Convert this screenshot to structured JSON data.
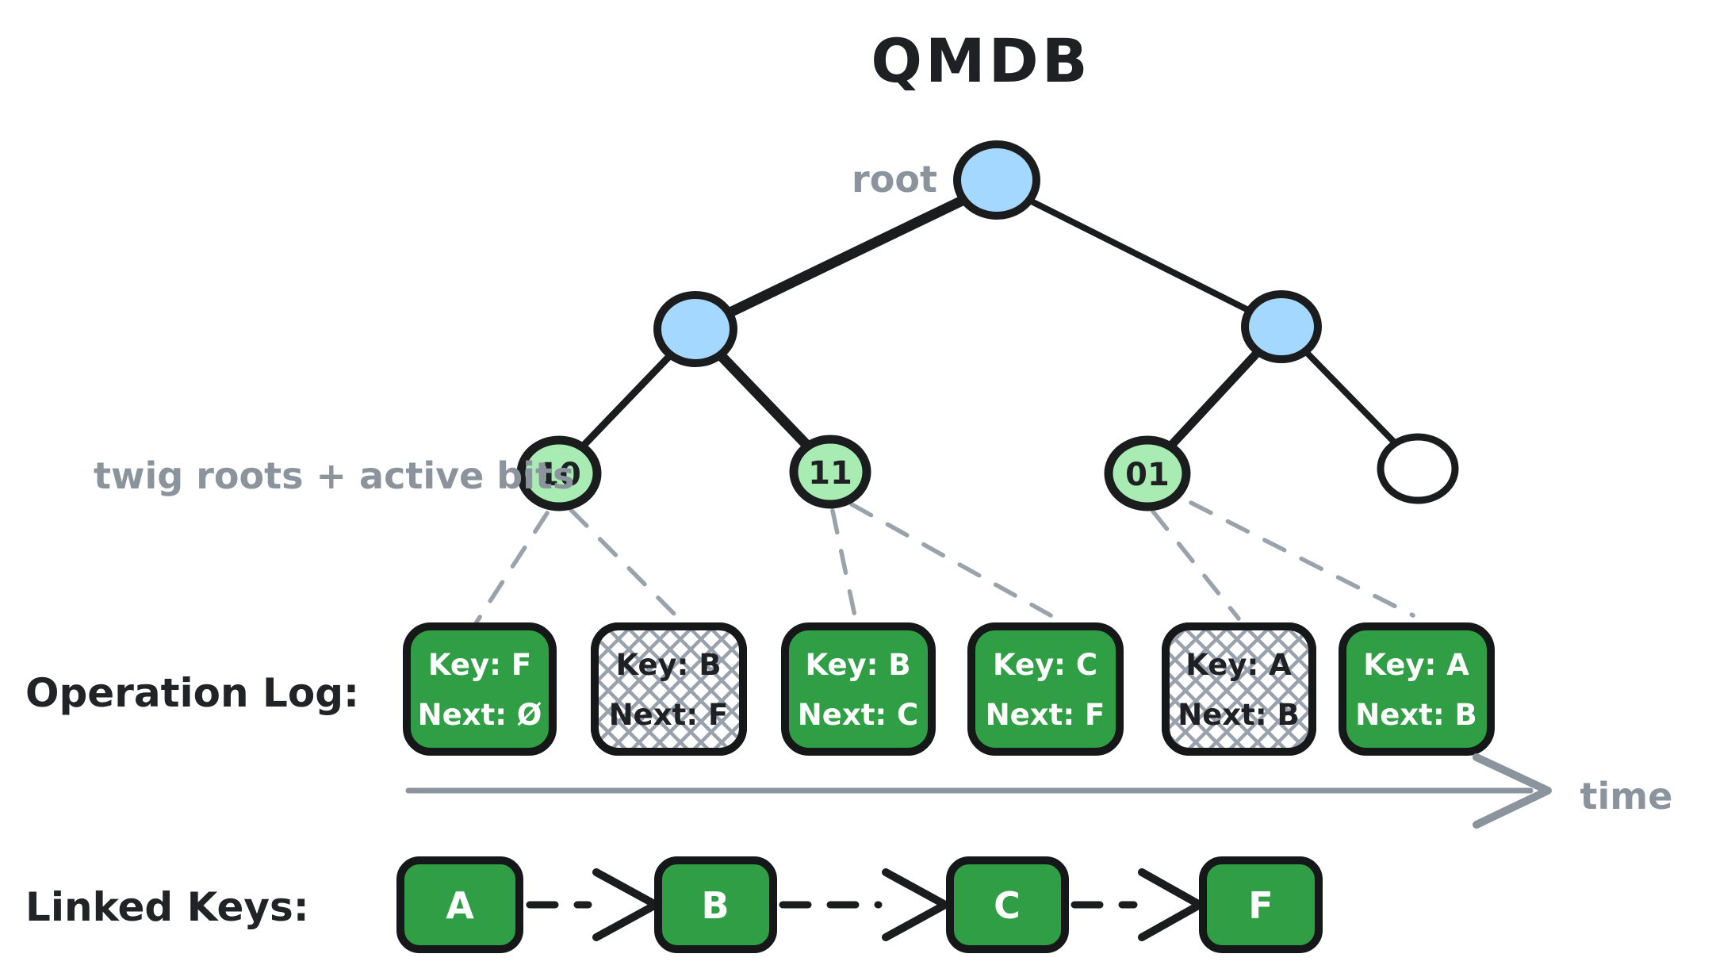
{
  "title": "QMDB",
  "colors": {
    "node_blue": "#a5d8ff",
    "node_green": "#a8ecb4",
    "box_green": "#2f9e44",
    "stroke_black": "#1b1c1e",
    "label_gray": "#8b949c",
    "connector_gray": "#9aa3ab"
  },
  "tree": {
    "root_label": "root",
    "twig_label": "twig roots + active bits",
    "twigs": [
      {
        "label": "10"
      },
      {
        "label": "11"
      },
      {
        "label": "01"
      },
      {
        "label": ""
      }
    ]
  },
  "operation_log": {
    "label": "Operation Log:",
    "time_label": "time",
    "entries": [
      {
        "key": "Key: F",
        "next": "Next: Ø",
        "superseded": false
      },
      {
        "key": "Key: B",
        "next": "Next: F",
        "superseded": true
      },
      {
        "key": "Key: B",
        "next": "Next: C",
        "superseded": false
      },
      {
        "key": "Key: C",
        "next": "Next: F",
        "superseded": false
      },
      {
        "key": "Key: A",
        "next": "Next: B",
        "superseded": true
      },
      {
        "key": "Key: A",
        "next": "Next: B",
        "superseded": false
      }
    ]
  },
  "linked_keys": {
    "label": "Linked Keys:",
    "items": [
      "A",
      "B",
      "C",
      "F"
    ]
  }
}
